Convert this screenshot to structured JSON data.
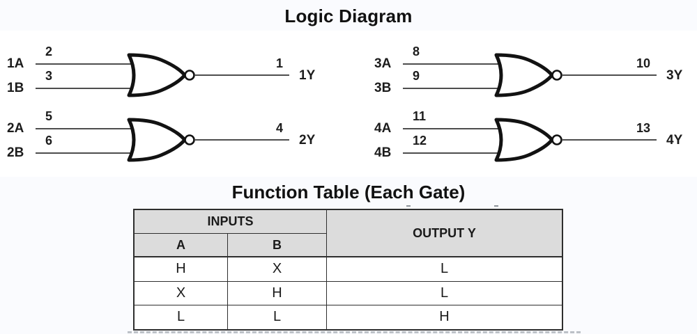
{
  "header": {
    "title": "Logic Diagram"
  },
  "gates": [
    {
      "input_a_label": "1A",
      "input_a_pin": "2",
      "input_b_label": "1B",
      "input_b_pin": "3",
      "output_pin": "1",
      "output_label": "1Y"
    },
    {
      "input_a_label": "2A",
      "input_a_pin": "5",
      "input_b_label": "2B",
      "input_b_pin": "6",
      "output_pin": "4",
      "output_label": "2Y"
    },
    {
      "input_a_label": "3A",
      "input_a_pin": "8",
      "input_b_label": "3B",
      "input_b_pin": "9",
      "output_pin": "10",
      "output_label": "3Y"
    },
    {
      "input_a_label": "4A",
      "input_a_pin": "11",
      "input_b_label": "4B",
      "input_b_pin": "12",
      "output_pin": "13",
      "output_label": "4Y"
    }
  ],
  "function_table": {
    "title": "Function Table (Each Gate)",
    "inputs_header": "INPUTS",
    "output_header": "OUTPUT Y",
    "input_columns": [
      "A",
      "B"
    ],
    "rows": [
      {
        "a": "H",
        "b": "X",
        "y": "L"
      },
      {
        "a": "X",
        "b": "H",
        "y": "L"
      },
      {
        "a": "L",
        "b": "L",
        "y": "H"
      }
    ]
  },
  "colors": {
    "table_header_bg": "#dcdcdc",
    "wire": "#4d4d4d",
    "gate_outline": "#121212"
  }
}
